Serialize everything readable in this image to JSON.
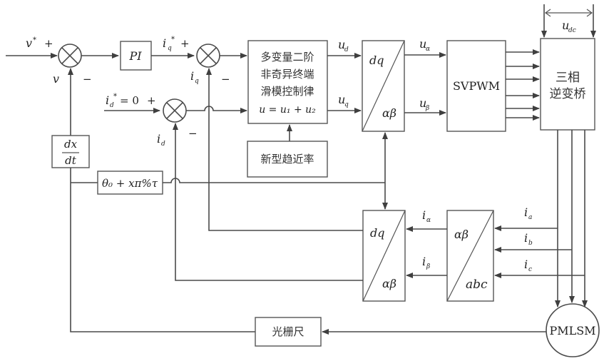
{
  "title": "PMLSM multivariable second-order nonsingular terminal sliding mode control block diagram",
  "signals": {
    "v_ref": "v",
    "v_ref_sup": "*",
    "v_fb": "v",
    "iq_ref": "i",
    "iq_ref_sub": "q",
    "iq_ref_sup": "*",
    "iq_fb": "i",
    "iq_fb_sub": "q",
    "id_ref": "i",
    "id_ref_sub": "d",
    "id_ref_sup": "*",
    "id_ref_eq": "= 0",
    "id_fb": "i",
    "id_fb_sub": "d",
    "ud": "u",
    "ud_sub": "d",
    "uq": "u",
    "uq_sub": "q",
    "ualpha": "u",
    "ualpha_sub": "α",
    "ubeta": "u",
    "ubeta_sub": "β",
    "udc": "u",
    "udc_sub": "dc",
    "ialpha": "i",
    "ialpha_sub": "α",
    "ibeta": "i",
    "ibeta_sub": "β",
    "ia": "i",
    "ia_sub": "a",
    "ib": "i",
    "ib_sub": "b",
    "ic": "i",
    "ic_sub": "c",
    "plus": "+",
    "minus": "−"
  },
  "blocks": {
    "pi": "PI",
    "smc_lines": [
      "多变量二阶",
      "非奇异终端",
      "滑模控制律"
    ],
    "smc_eq": "u = u₁ + u₂",
    "reaching_law": "新型趋近率",
    "park_inv_top": "dq",
    "park_inv_bottom": "αβ",
    "svpwm": "SVPWM",
    "inverter_lines": [
      "三相",
      "逆变桥"
    ],
    "park_top": "dq",
    "park_bottom": "αβ",
    "clarke_top": "αβ",
    "clarke_bottom": "abc",
    "derivative_num": "dx",
    "derivative_den": "dt",
    "angle": "θ₀ + xπ%τ",
    "encoder": "光栅尺",
    "motor": "PMLSM"
  }
}
